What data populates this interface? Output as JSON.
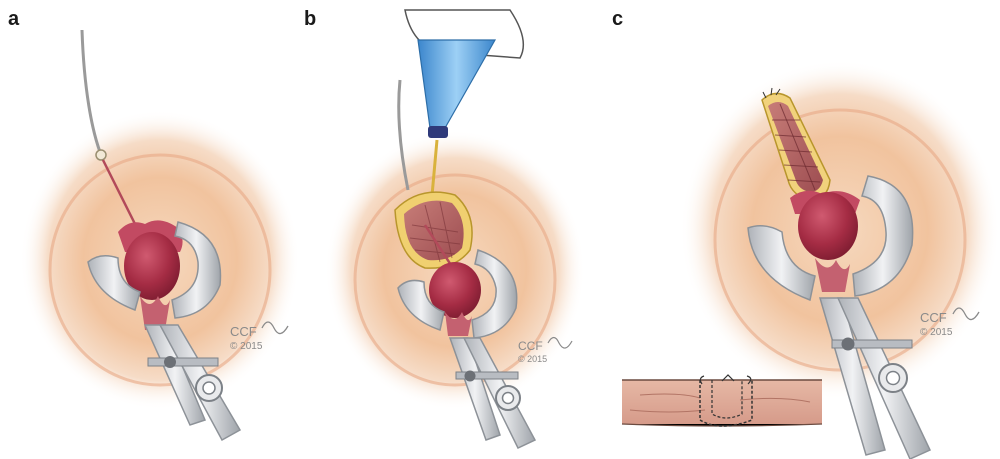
{
  "panels": [
    {
      "label": "a",
      "credit": "CCF",
      "year": "© 2015"
    },
    {
      "label": "b",
      "credit": "CCF",
      "year": "© 2015"
    },
    {
      "label": "c",
      "credit": "CCF",
      "year": "© 2015"
    }
  ],
  "colors": {
    "skin": "#f3c9a6",
    "tissue": "#b2374e",
    "tissue_dark": "#8c2236",
    "instrument": "#c9ccd0",
    "handpiece": "#5aa9e6",
    "background": "#ffffff"
  }
}
